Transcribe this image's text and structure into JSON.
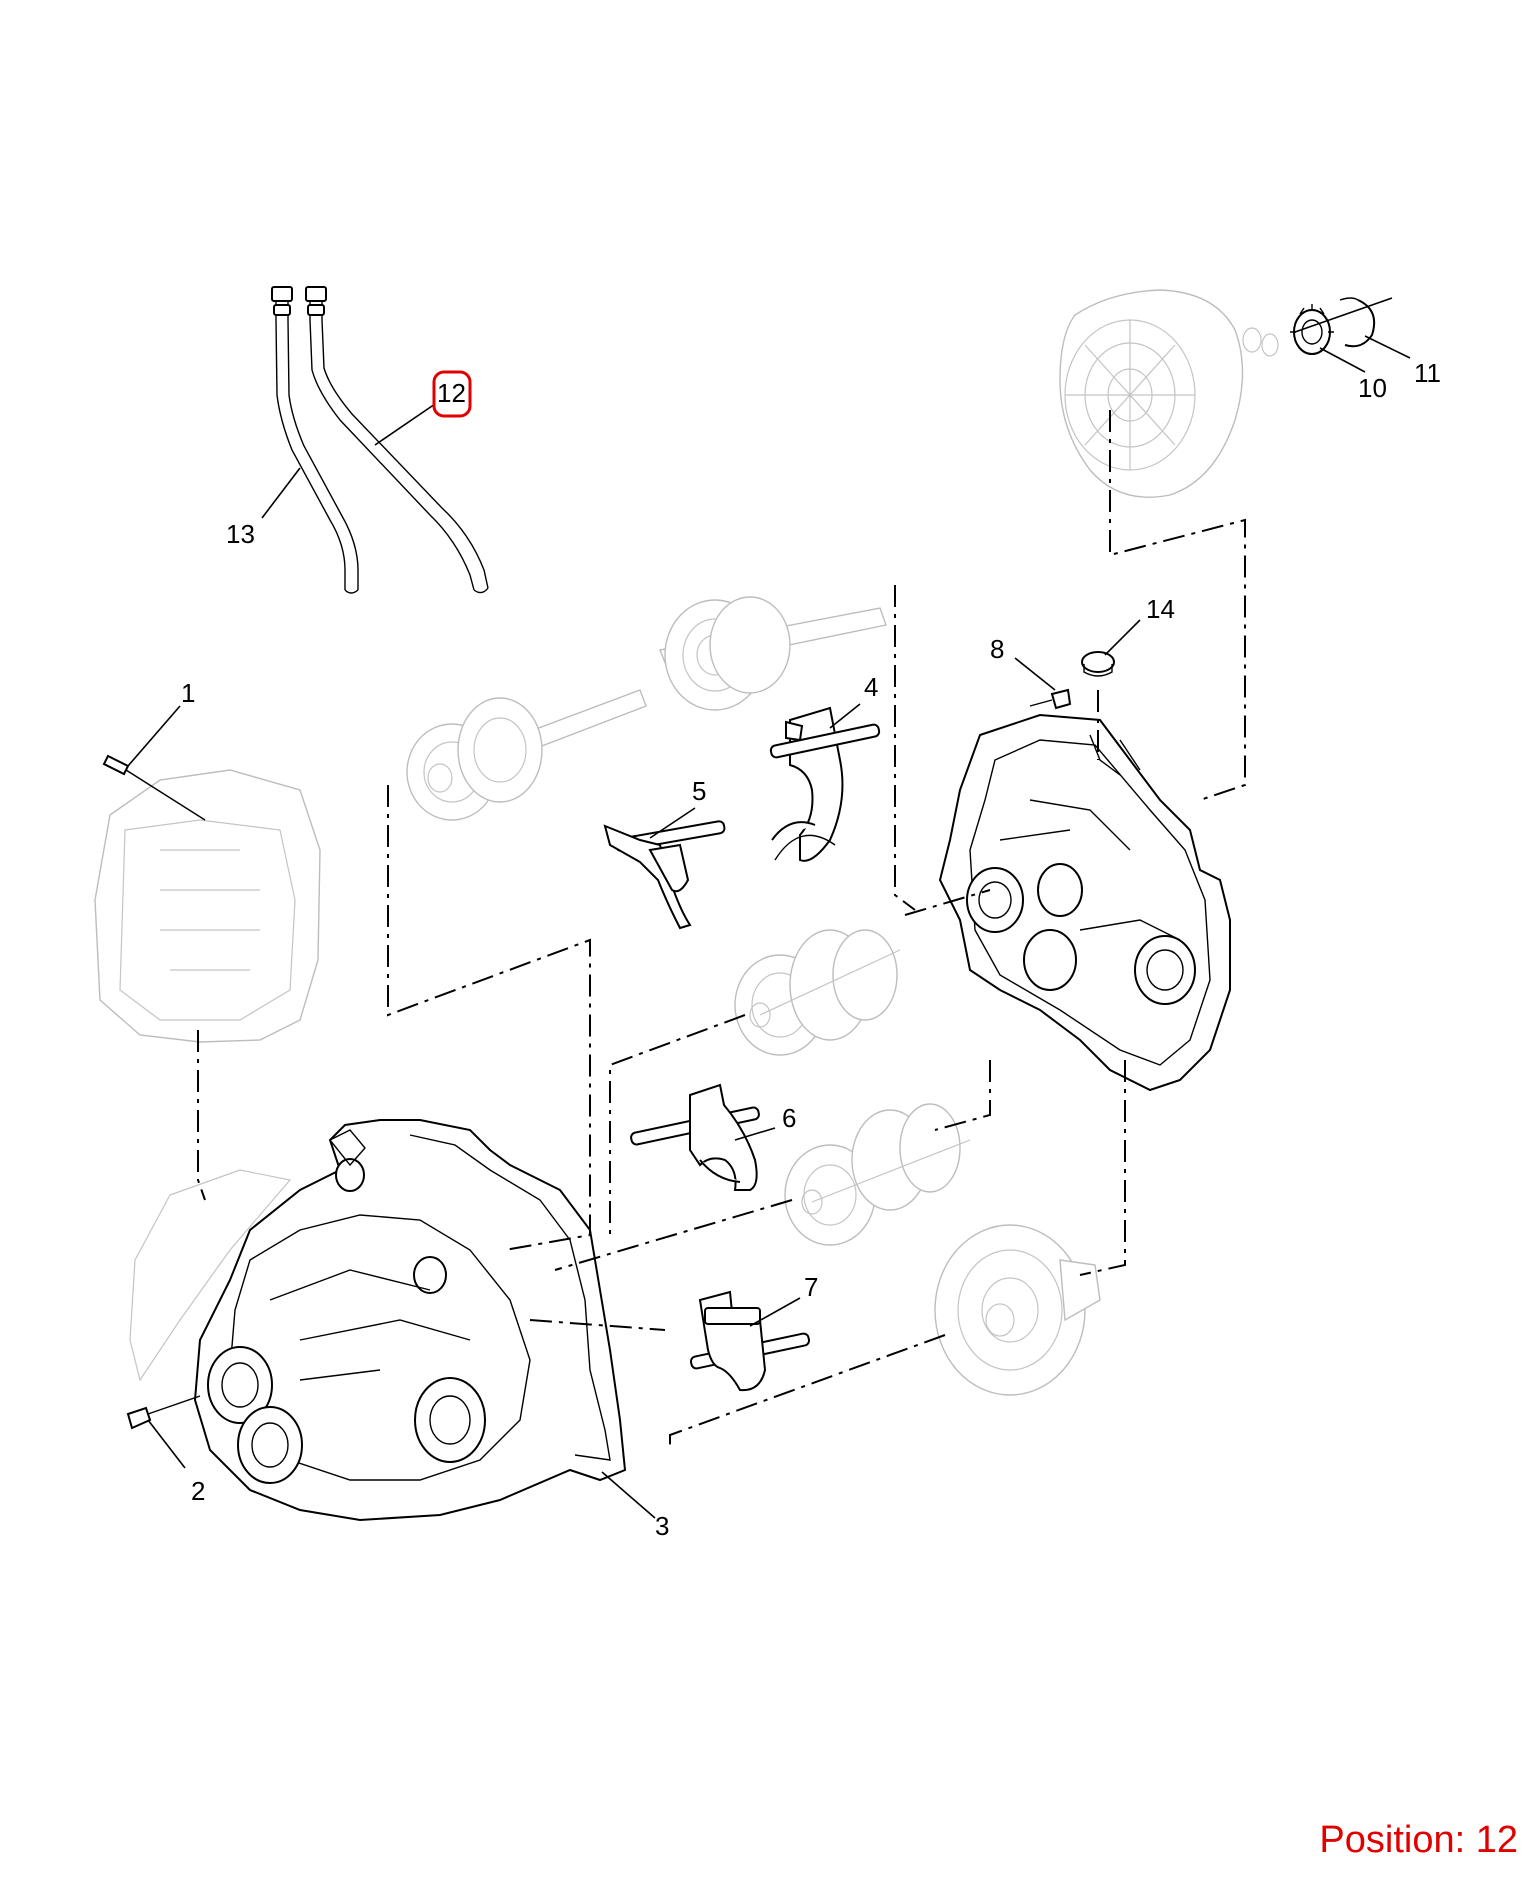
{
  "callouts": {
    "c1": "1",
    "c2": "2",
    "c3": "3",
    "c4": "4",
    "c5": "5",
    "c6": "6",
    "c7": "7",
    "c8": "8",
    "c10": "10",
    "c11": "11",
    "c12": "12",
    "c13": "13",
    "c14": "14"
  },
  "highlighted_callout": "12",
  "position_label": "Position: 12",
  "colors": {
    "highlight": "#e00000",
    "line": "#000000",
    "ghost": "#bdbdbd"
  }
}
